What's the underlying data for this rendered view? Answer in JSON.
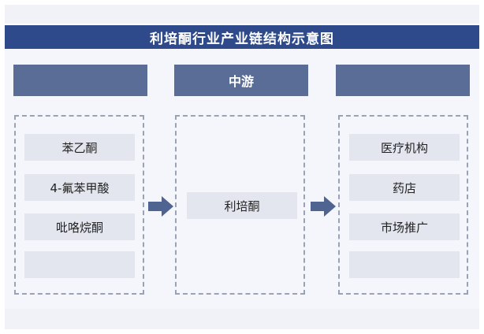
{
  "title": "利培酮行业产业链结构示意图",
  "columns": [
    {
      "header": "",
      "items": [
        "苯乙酮",
        "4-氟苯甲酸",
        "吡咯烷酮",
        ""
      ]
    },
    {
      "header": "中游",
      "items": [
        "利培酮"
      ]
    },
    {
      "header": "",
      "items": [
        "医疗机构",
        "药店",
        "市场推广",
        ""
      ]
    }
  ],
  "colors": {
    "title_bg": "#2e4a8a",
    "header_bg": "#5a6d96",
    "item_bg": "#e3e6ee",
    "arrow": "#4f6491",
    "dash_border": "#9aa3b5"
  },
  "icons": [
    "right-arrow-icon",
    "right-arrow-icon"
  ]
}
